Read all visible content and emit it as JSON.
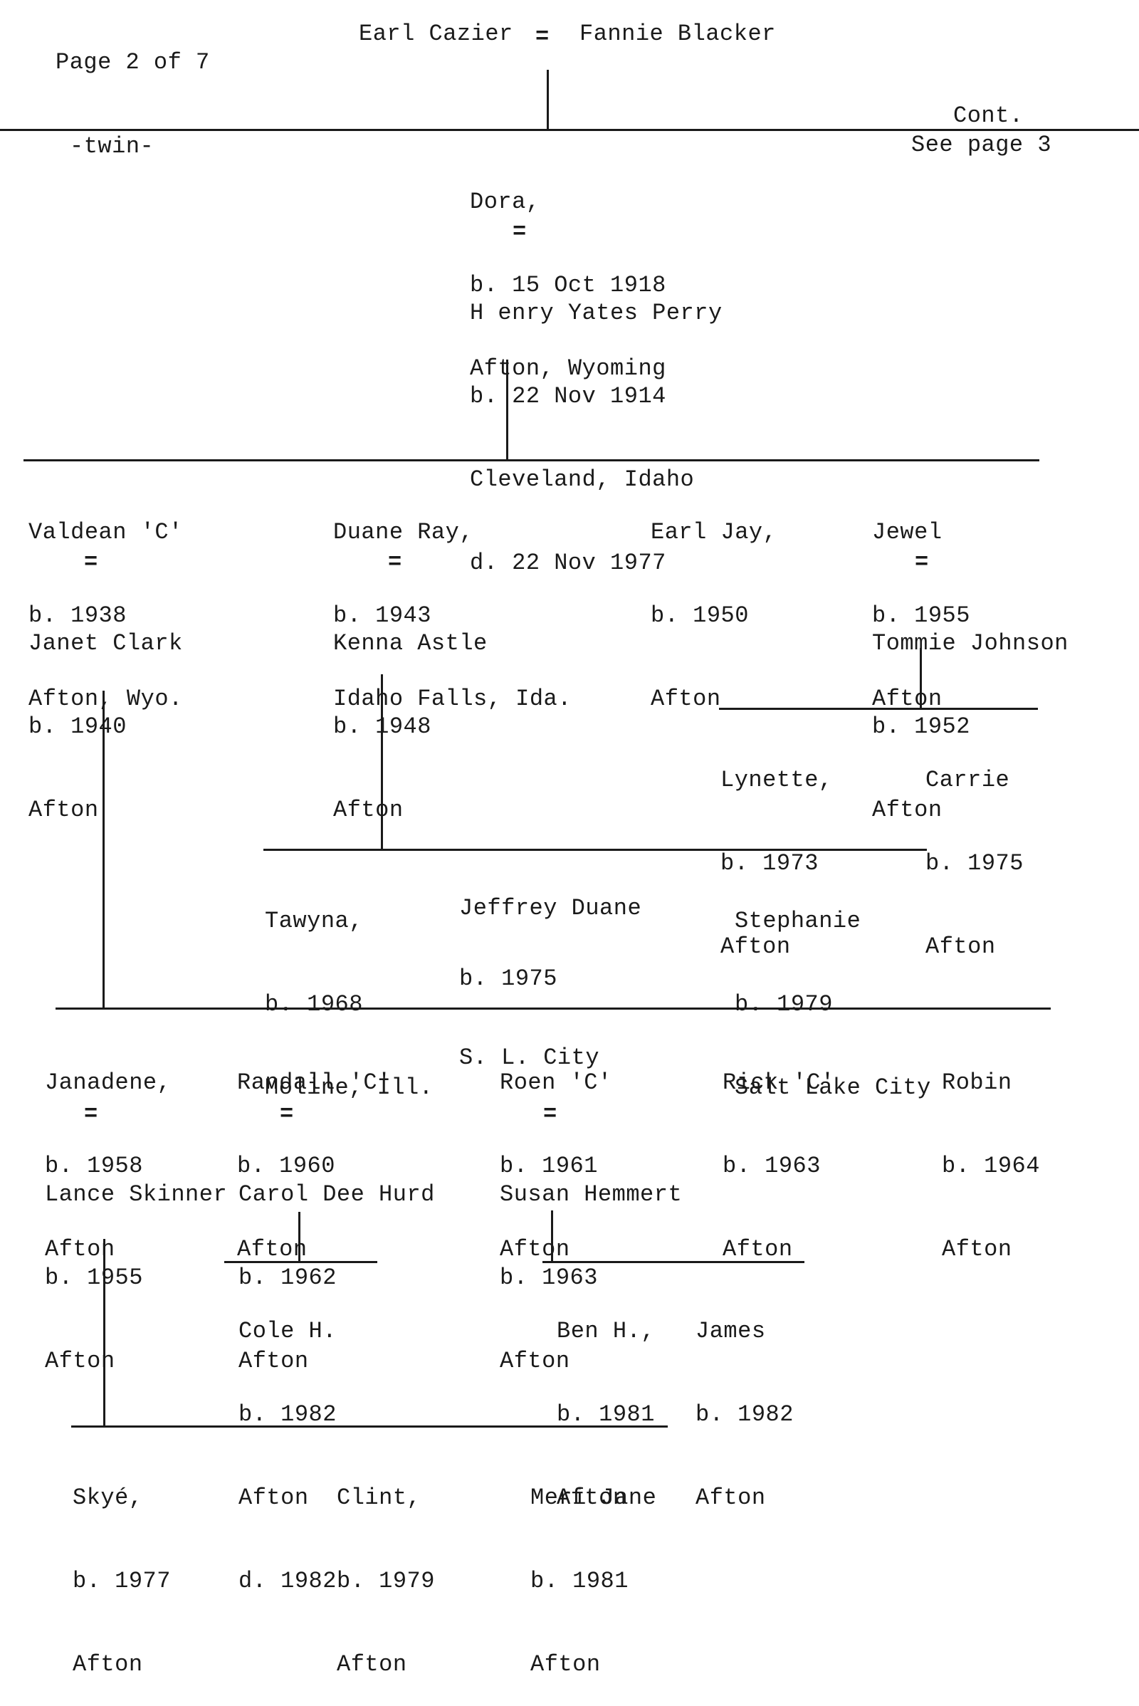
{
  "header": {
    "page_label": "Page 2 of 7",
    "root_couple": {
      "husband": "Earl Cazier",
      "marriage_symbol": "=",
      "wife": "Fannie Blacker"
    },
    "twin_label": "-twin-",
    "continuation": {
      "line1": "Cont.",
      "line2": "See page 3"
    }
  },
  "dora_family": {
    "child": {
      "name": "Dora,",
      "birth": "b. 15 Oct 1918",
      "place": "Afton, Wyoming"
    },
    "marriage_symbol": "=",
    "spouse": {
      "name": "H enry Yates Perry",
      "birth": "b. 22 Nov 1914",
      "place": "Cleveland, Idaho",
      "death": "d. 22 Nov 1977"
    }
  },
  "children": [
    {
      "name": "Valdean 'C'",
      "birth": "b. 1938",
      "place": "Afton, Wyo.",
      "marriage_symbol": "=",
      "spouse": {
        "name": "Janet Clark",
        "birth": "b. 1940",
        "place": "Afton"
      }
    },
    {
      "name": "Duane Ray,",
      "birth": "b. 1943",
      "place": "Idaho Falls, Ida.",
      "marriage_symbol": "=",
      "spouse": {
        "name": "Kenna Astle",
        "birth": "b. 1948",
        "place": "Afton"
      }
    },
    {
      "name": "Earl Jay,",
      "birth": "b. 1950",
      "place": "Afton"
    },
    {
      "name": "Jewel",
      "birth": "b. 1955",
      "place": "Afton",
      "marriage_symbol": "=",
      "spouse": {
        "name": "Tommie Johnson",
        "birth": "b. 1952",
        "place": "Afton"
      }
    }
  ],
  "jewel_children": [
    {
      "name": "Lynette,",
      "birth": "b. 1973",
      "place": "Afton"
    },
    {
      "name": "Carrie",
      "birth": "b. 1975",
      "place": "Afton"
    }
  ],
  "duane_children": [
    {
      "name": "Tawyna,",
      "birth": "b. 1968",
      "place": "Moline, Ill."
    },
    {
      "name": "Jeffrey Duane",
      "birth": "b. 1975",
      "place": "S. L. City"
    },
    {
      "name": "Stephanie",
      "birth": "b. 1979",
      "place": "Salt Lake City"
    }
  ],
  "valdean_children": [
    {
      "name": "Janadene,",
      "birth": "b. 1958",
      "place": "Afton",
      "marriage_symbol": "=",
      "spouse": {
        "name": "Lance Skinner",
        "birth": "b. 1955",
        "place": "Afton"
      }
    },
    {
      "name": "Randall 'C'",
      "birth": "b. 1960",
      "place": "Afton",
      "marriage_symbol": "=",
      "spouse": {
        "name": "Carol Dee Hurd",
        "birth": "b. 1962",
        "place": "Afton"
      }
    },
    {
      "name": "Roen 'C'",
      "birth": "b. 1961",
      "place": "Afton",
      "marriage_symbol": "=",
      "spouse": {
        "name": "Susan Hemmert",
        "birth": "b. 1963",
        "place": "Afton"
      }
    },
    {
      "name": "Rick 'C'",
      "birth": "b. 1963",
      "place": "Afton"
    },
    {
      "name": "Robin",
      "birth": "b. 1964",
      "place": "Afton"
    }
  ],
  "randall_children": [
    {
      "name": "Cole H.",
      "birth": "b. 1982",
      "place": "Afton",
      "death": "d. 1982"
    }
  ],
  "roen_children": [
    {
      "name": "Ben H.,",
      "birth": "b. 1981",
      "place": "Afton"
    },
    {
      "name": "James",
      "birth": "b. 1982",
      "place": "Afton"
    }
  ],
  "janadene_children": [
    {
      "name": "Skyé,",
      "birth": "b. 1977",
      "place": "Afton"
    },
    {
      "name": "Clint,",
      "birth": "b. 1979",
      "place": "Afton"
    },
    {
      "name": "Meri Jane",
      "birth": "b. 1981",
      "place": "Afton"
    }
  ]
}
